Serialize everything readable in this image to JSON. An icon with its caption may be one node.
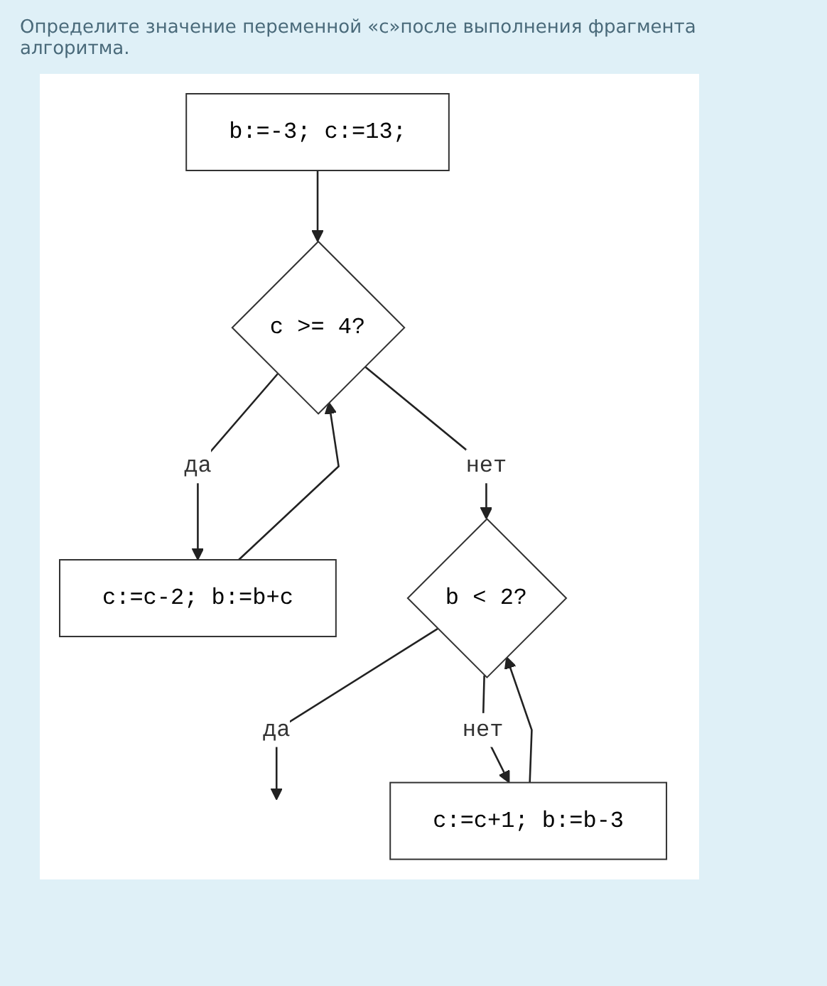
{
  "diagram": {
    "title": "Определите значение переменной «c»после выполнения фрагмента алгоритма.",
    "nodes": [
      {
        "text": [
          "b:=-3; c:=13;"
        ]
      },
      {
        "text": [
          "c >= 4?"
        ]
      },
      {
        "text": [
          "c:=c-2; b:=b+c"
        ]
      },
      {
        "text": [
          "b < 2?"
        ]
      },
      {
        "text": [
          "c:=c+1; b:=b-3"
        ]
      }
    ],
    "edges": [
      {
        "from": 0,
        "to": 1,
        "arrow": "to"
      },
      {
        "from": 1,
        "to": 2,
        "arrow": "to",
        "label": "да"
      },
      {
        "from": 2,
        "to": 1,
        "arrow": "to"
      },
      {
        "from": 1,
        "to": 3,
        "arrow": "to",
        "label": "нет"
      },
      {
        "from": 3,
        "to": null,
        "arrow": "to",
        "label": "да"
      },
      {
        "from": 3,
        "to": 4,
        "arrow": "to",
        "label": "нет"
      },
      {
        "from": 4,
        "to": 3,
        "arrow": "to"
      }
    ]
  }
}
